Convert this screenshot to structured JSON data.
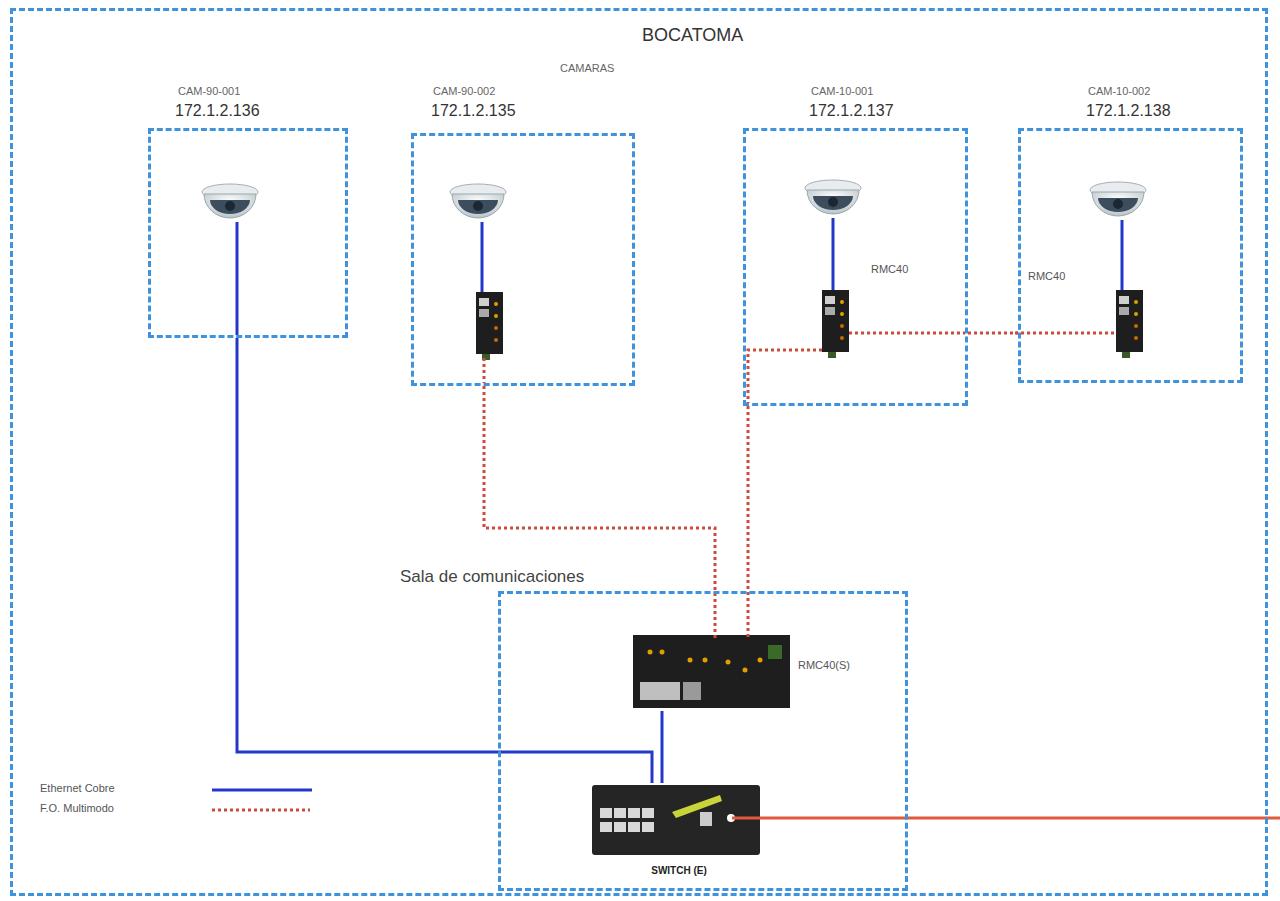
{
  "diagram": {
    "nodes": [
      {
        "text": [
          "BOCATOMA"
        ]
      },
      {
        "text": [
          "CAM-90-001",
          "172.1.2.136"
        ],
        "in": 0
      },
      {
        "text": [
          "CAM-90-002",
          "172.1.2.135"
        ],
        "in": 0
      },
      {
        "text": [
          "CAM-10-001",
          "172.1.2.137",
          "RMC40"
        ],
        "in": 0
      },
      {
        "text": [
          "CAM-10-002",
          "172.1.2.138",
          "RMC40"
        ],
        "in": 0
      },
      {
        "text": [
          "Sala de comunicaciones"
        ],
        "in": 0
      },
      {
        "text": [
          "RMC40(S)"
        ],
        "in": 5
      },
      {
        "text": [
          "SWITCH (E)"
        ],
        "in": 5
      }
    ],
    "edges": [
      {
        "from": 1,
        "to": 7,
        "arrow": "none"
      },
      {
        "from": 2,
        "to": 6,
        "arrow": "none"
      },
      {
        "from": 3,
        "to": 6,
        "arrow": "none"
      },
      {
        "from": 3,
        "to": 4,
        "arrow": "none"
      },
      {
        "from": 6,
        "to": 7,
        "arrow": "none"
      }
    ],
    "labels": [
      "CAMARAS"
    ],
    "legend": [
      {
        "text": "Ethernet Cobre"
      },
      {
        "text": "F.O. Multimodo"
      }
    ]
  }
}
